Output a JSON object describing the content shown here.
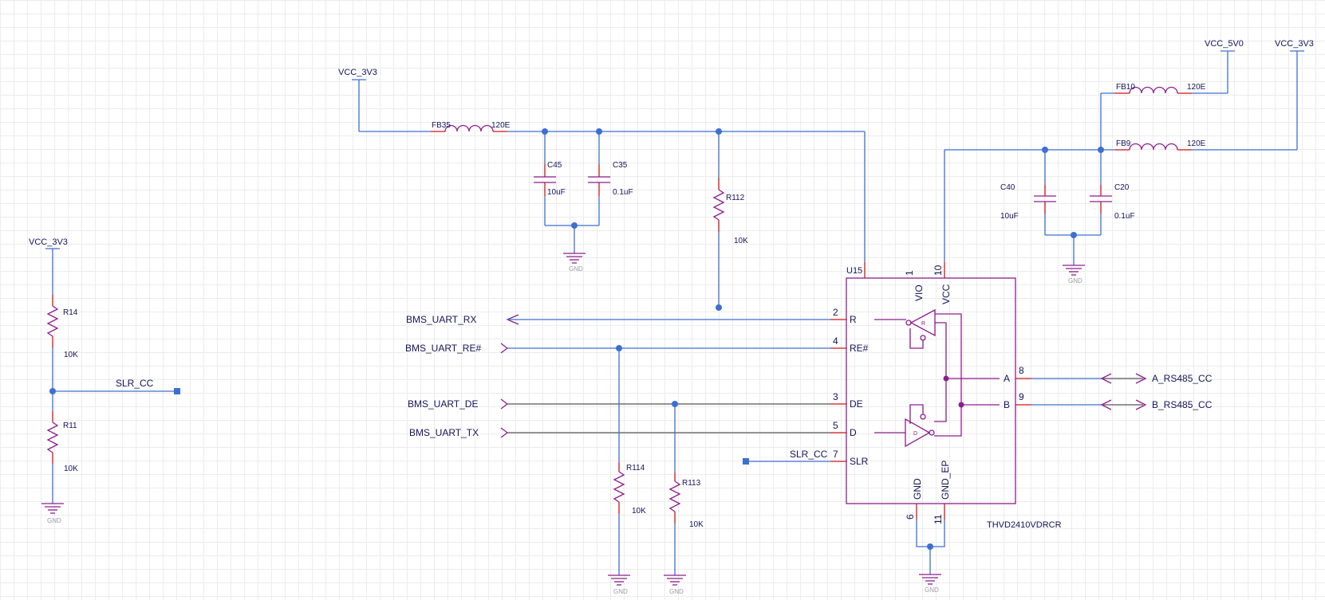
{
  "power": {
    "vcc3v3": "VCC_3V3",
    "vcc5v0": "VCC_5V0",
    "gnd": "GND"
  },
  "beads": [
    {
      "ref": "FB35",
      "value": "120E"
    },
    {
      "ref": "FB10",
      "value": "120E"
    },
    {
      "ref": "FB9",
      "value": "120E"
    }
  ],
  "caps": [
    {
      "ref": "C45",
      "value": "10uF"
    },
    {
      "ref": "C35",
      "value": "0.1uF"
    },
    {
      "ref": "C40",
      "value": "10uF"
    },
    {
      "ref": "C20",
      "value": "0.1uF"
    }
  ],
  "resistors": [
    {
      "ref": "R112",
      "value": "10K"
    },
    {
      "ref": "R114",
      "value": "10K"
    },
    {
      "ref": "R113",
      "value": "10K"
    },
    {
      "ref": "R14",
      "value": "10K"
    },
    {
      "ref": "R11",
      "value": "10K"
    }
  ],
  "ic": {
    "ref": "U15",
    "part": "THVD2410VDRCR",
    "pins": [
      {
        "num": "1",
        "name": "VIO"
      },
      {
        "num": "10",
        "name": "VCC"
      },
      {
        "num": "2",
        "name": "R"
      },
      {
        "num": "4",
        "name": "RE#"
      },
      {
        "num": "3",
        "name": "DE"
      },
      {
        "num": "5",
        "name": "D"
      },
      {
        "num": "7",
        "name": "SLR"
      },
      {
        "num": "8",
        "name": "A"
      },
      {
        "num": "9",
        "name": "B"
      },
      {
        "num": "6",
        "name": "GND"
      },
      {
        "num": "11",
        "name": "GND_EP"
      }
    ],
    "gate_r": "R",
    "gate_d": "D"
  },
  "nets": {
    "uart_rx": "BMS_UART_RX",
    "uart_re": "BMS_UART_RE#",
    "uart_de": "BMS_UART_DE",
    "uart_tx": "BMS_UART_TX",
    "slr_cc": "SLR_CC",
    "a_rs485": "A_RS485_CC",
    "b_rs485": "B_RS485_CC"
  },
  "colors": {
    "wire": "#3d6fd1",
    "component": "#8c1e8c",
    "pin": "#d01515",
    "text": "#14145a"
  }
}
